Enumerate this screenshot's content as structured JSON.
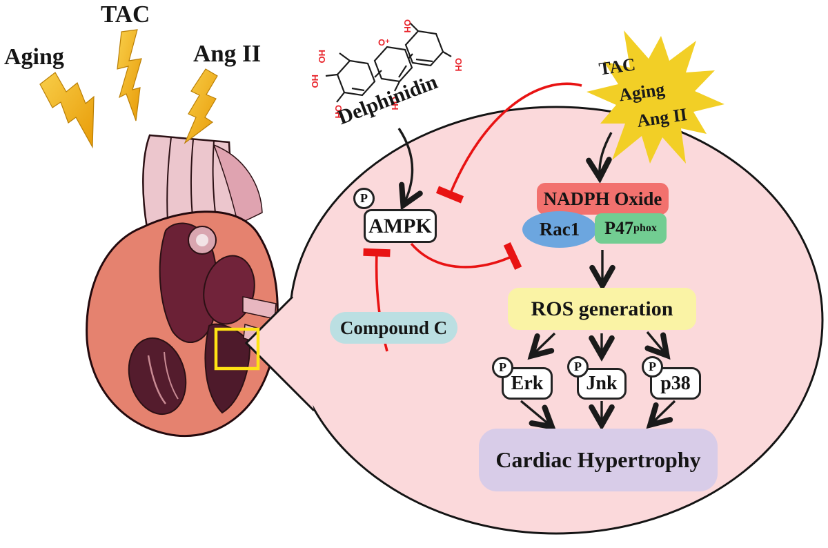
{
  "figure": {
    "stressor_labels": {
      "aging": "Aging",
      "tac": "TAC",
      "ang_ii": "Ang II"
    },
    "inhibitor": {
      "name": "Delphinidin"
    },
    "stimulus_burst": {
      "line1": "TAC",
      "line2": "Aging",
      "line3": "Ang II"
    },
    "cell": {
      "phospho_badge": "P",
      "ampk": "AMPK",
      "nadph_oxidase": "NADPH Oxide",
      "rac1": "Rac1",
      "p47_base": "P47",
      "p47_superscript": "phox",
      "ros": "ROS generation",
      "compound_c": "Compound C",
      "kinases": {
        "erk": "Erk",
        "jnk": "Jnk",
        "p38": "p38"
      },
      "outcome": "Cardiac Hypertrophy"
    },
    "chemical_structure_labels": {
      "oh": "OH",
      "ho": "HO",
      "o_plus": "O⁺"
    }
  },
  "colors": {
    "cell_pink": "#FBD9DB",
    "nadph_red": "#F2716E",
    "rac1_blue": "#6CA6DF",
    "p47_green": "#72CD92",
    "ros_yellow": "#FAF3A5",
    "outcome_purple": "#D8CCE8",
    "compound_teal": "#BBDFE2",
    "burst_yellow": "#F2CF26",
    "inhibit_red": "#E81313",
    "bolt_gold": "#EFAC15",
    "yellow_square": "#FFE314"
  }
}
